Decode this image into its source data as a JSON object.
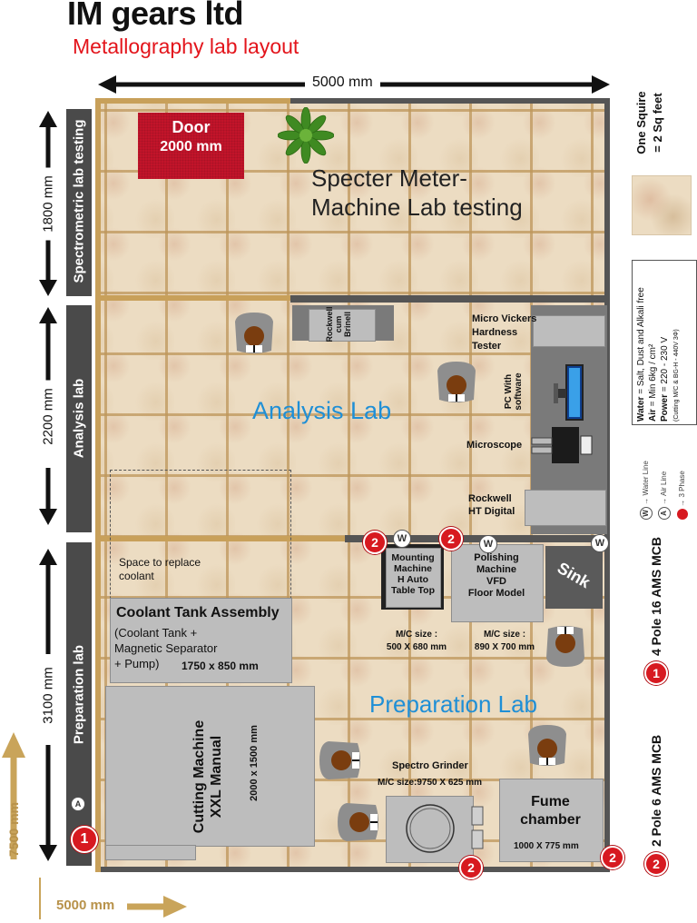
{
  "header": {
    "company": "IM gears ltd",
    "subtitle": "Metallography lab layout"
  },
  "dimensions": {
    "width_top": "5000 mm",
    "section_spectrometric": "1800 mm",
    "section_analysis": "2200 mm",
    "section_preparation": "3100 mm",
    "total_height": "7500 mm",
    "total_width": "5000 mm"
  },
  "sections": {
    "spectrometric": "Spectrometric lab testing",
    "analysis": "Analysis lab",
    "preparation": "Preparation lab"
  },
  "rooms": {
    "spectro_title_line1": "Specter Meter-",
    "spectro_title_line2": "Machine Lab testing",
    "analysis_title": "Analysis Lab",
    "preparation_title": "Preparation Lab"
  },
  "door": {
    "line1": "Door",
    "line2": "2000 mm"
  },
  "equipment": {
    "rockwell_brinell": [
      "Rockwell",
      "cum",
      "Brinell"
    ],
    "micro_vickers": [
      "Micro Vickers",
      "Hardness",
      "Tester"
    ],
    "pc": [
      "PC With",
      "software"
    ],
    "microscope": "Microscope",
    "rockwell_ht": [
      "Rockwell",
      "HT Digital"
    ],
    "space_coolant": [
      "Space to replace",
      "coolant"
    ],
    "coolant_title": "Coolant Tank Assembly",
    "coolant_desc": [
      "(Coolant Tank +",
      "Magnetic Separator",
      "+ Pump)"
    ],
    "coolant_size": "1750 x 850 mm",
    "cutting_machine": [
      "Cutting Machine",
      "XXL Manual"
    ],
    "cutting_size": "2000 x 1500 mm",
    "mounting": [
      "Mounting",
      "Machine",
      "H Auto",
      "Table Top"
    ],
    "mounting_size": [
      "M/C size :",
      "500 X 680 mm"
    ],
    "polishing": [
      "Polishing",
      "Machine",
      "VFD",
      "Floor Model"
    ],
    "polishing_size": [
      "M/C size :",
      "890 X 700 mm"
    ],
    "sink": "Sink",
    "spectro_grinder": "Spectro Grinder",
    "grinder_size": "M/C size:9750 X 625 mm",
    "fume": [
      "Fume",
      "chamber"
    ],
    "fume_size": "1000 X 775 mm"
  },
  "legend": {
    "square": [
      "One Squire",
      "= 2 Sq feet"
    ],
    "water_label": "Water",
    "water_value": " = Salt, Dust and Alkali free",
    "air_label": "Air",
    "air_value": " = Min 6kg / cm²",
    "power_label": "Power",
    "power_value": " = 220 - 230 V",
    "power_note": "(Cutting M/C & BG-H - 440V 3Φ)",
    "water_line": "Water Line",
    "air_line": "Air Line",
    "phase": "3 Phase",
    "mcb4": "4 Pole 16 AMS MCB",
    "mcb2": "2 Pole 6 AMS MCB",
    "badge1": "1",
    "badge2": "2",
    "w": "W",
    "a": "A"
  },
  "colors": {
    "accent_red": "#d71920",
    "blue_text": "#1f8fd6",
    "wall": "#555555",
    "floor": "#ecdcc2",
    "door": "#c2142a",
    "gold_arrow": "#c9a45a"
  }
}
